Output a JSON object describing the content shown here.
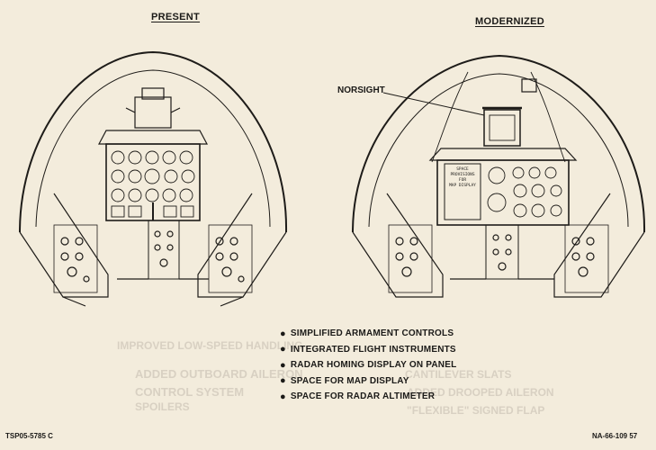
{
  "headings": {
    "present": "PRESENT",
    "modernized": "MODERNIZED"
  },
  "callout": "NORSIGHT",
  "panel_text": [
    "SPACE",
    "PROVISIONS",
    "FOR",
    "MAP DISPLAY"
  ],
  "features": [
    "SIMPLIFIED ARMAMENT CONTROLS",
    "INTEGRATED FLIGHT INSTRUMENTS",
    "RADAR HOMING DISPLAY ON PANEL",
    "SPACE FOR MAP DISPLAY",
    "SPACE FOR RADAR ALTIMETER"
  ],
  "footer": {
    "left": "TSP05-5785 C",
    "right": "NA-66-109  57"
  }
}
